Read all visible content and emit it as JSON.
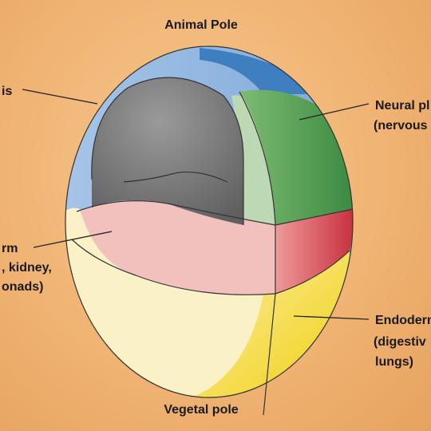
{
  "labels": {
    "top": "Animal Pole",
    "bottom": "Vegetal pole",
    "ectoderm": "is",
    "neural_line1": "Neural pl",
    "neural_line2": "(nervous",
    "mesoderm_line1": "rm",
    "mesoderm_line2": ", kidney,",
    "mesoderm_line3": "onads)",
    "endoderm_line1": "Endoderm",
    "endoderm_line2": "(digestiv",
    "endoderm_line3": "lungs)"
  },
  "colors": {
    "background": "#f0b474",
    "ectoderm_blue": "#8fb5de",
    "ectoderm_blue_dark": "#3f7fc0",
    "neural_green": "#4f9c4f",
    "neural_green_light": "#b9d7b0",
    "cavity_gray": "#7a7a7a",
    "mesoderm_pink": "#f3c1bd",
    "mesoderm_red": "#d33f4a",
    "endoderm_cream": "#faf1c6",
    "endoderm_yellow": "#f2d21a"
  }
}
